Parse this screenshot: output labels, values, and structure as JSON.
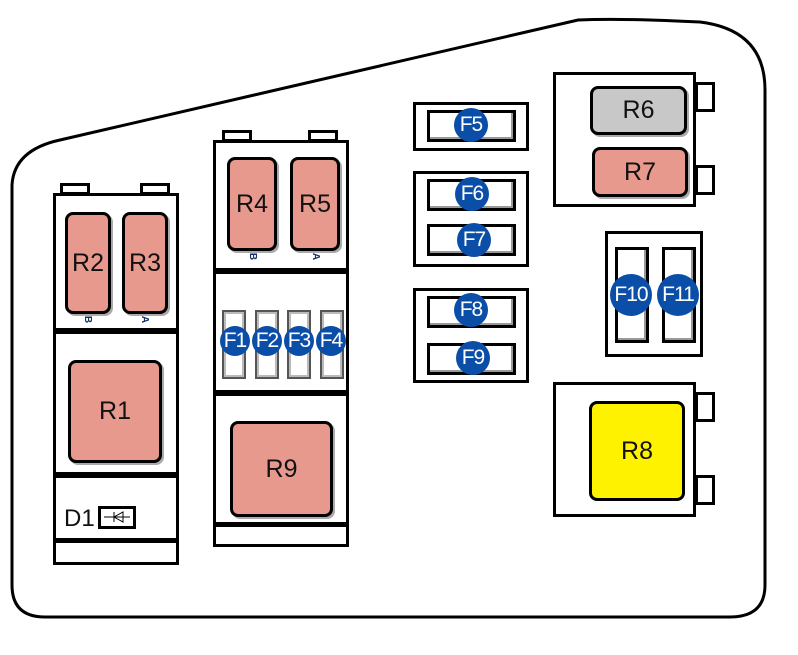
{
  "colors": {
    "relay": "#e8998d",
    "relay_gray": "#c8c8c8",
    "relay_yellow": "#fff200",
    "fuse": "#0b4ea8",
    "outline": "#000000"
  },
  "relays": {
    "r1": "R1",
    "r2": "R2",
    "r3": "R3",
    "r4": "R4",
    "r5": "R5",
    "r6": "R6",
    "r7": "R7",
    "r8": "R8",
    "r9": "R9"
  },
  "fuses": {
    "f1": "F1",
    "f2": "F2",
    "f3": "F3",
    "f4": "F4",
    "f5": "F5",
    "f6": "F6",
    "f7": "F7",
    "f8": "F8",
    "f9": "F9",
    "f10": "F10",
    "f11": "F11"
  },
  "diode": {
    "label": "D1",
    "icon": "diode-symbol"
  },
  "pins": {
    "b": "B",
    "a": "A"
  }
}
